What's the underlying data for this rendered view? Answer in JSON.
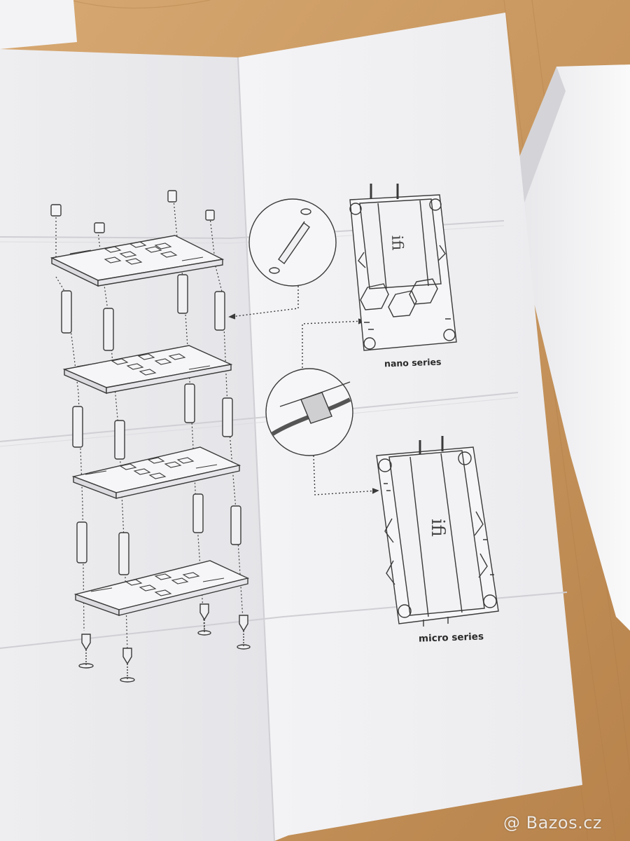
{
  "photo": {
    "subject": "",
    "colors": {
      "table_wood": "#c99a63",
      "paper": "#f2f2f4",
      "line_art": "#3a3a3a"
    }
  },
  "diagram": {
    "nano_label": "nano series",
    "micro_label": "micro series",
    "device_logo": "ifi"
  },
  "watermark": {
    "text": "Bazos.cz"
  }
}
